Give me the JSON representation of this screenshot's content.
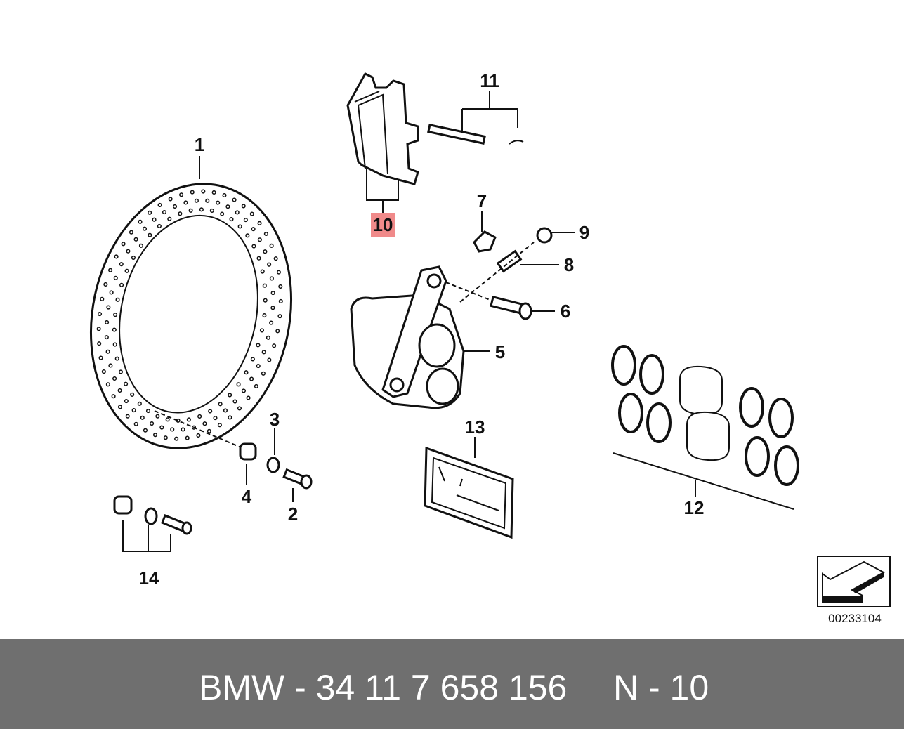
{
  "diagram": {
    "callouts": {
      "c1": "1",
      "c2": "2",
      "c3": "3",
      "c4": "4",
      "c5": "5",
      "c6": "6",
      "c7": "7",
      "c8": "8",
      "c9": "9",
      "c10": "10",
      "c11": "11",
      "c12": "12",
      "c13": "13",
      "c14": "14"
    },
    "highlighted_callout": "10",
    "highlight_color": "#f08a8a",
    "reference_number": "00233104"
  },
  "footer": {
    "part_number": "BMW - 34 11 7 658 156",
    "position": "N - 10"
  }
}
